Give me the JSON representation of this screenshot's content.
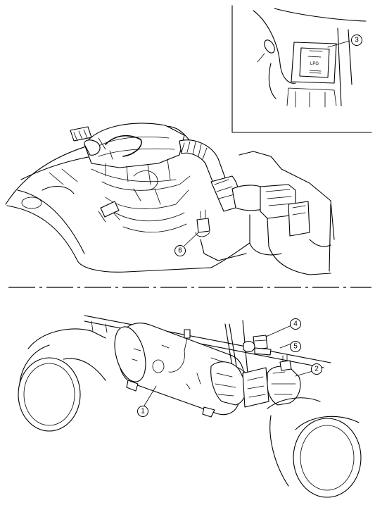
{
  "figure": {
    "inset_label_text": "LPG",
    "callouts": [
      {
        "id": "callout-3",
        "number": "3"
      },
      {
        "id": "callout-6",
        "number": "6"
      },
      {
        "id": "callout-4",
        "number": "4"
      },
      {
        "id": "callout-5",
        "number": "5"
      },
      {
        "id": "callout-2",
        "number": "2"
      },
      {
        "id": "callout-1",
        "number": "1"
      }
    ]
  }
}
